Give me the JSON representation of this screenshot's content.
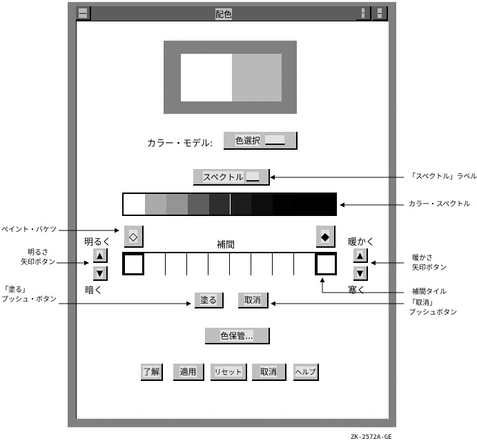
{
  "window": {
    "title": "配色"
  },
  "color_model": {
    "label": "カラー・モデル:",
    "value": "色選択"
  },
  "spectrum": {
    "label": "スペクトル",
    "segments": 10
  },
  "interp": {
    "label": "補間",
    "tiles": 10
  },
  "brighten_label": "明るく",
  "darken_label": "暗く",
  "warmer_label": "暖かく",
  "cooler_label": "寒く",
  "paint_button": "塗る",
  "undo_button": "取消",
  "save_color_button": "色保管...",
  "bottom_buttons": {
    "ok": "了解",
    "apply": "適用",
    "reset": "リセット",
    "cancel": "取消",
    "help": "ヘルプ"
  },
  "callouts": {
    "spectrum_label": "「スペクトル」ラベル",
    "color_spectrum": "カラー・スペクトル",
    "paint_bucket": "ペイント・バケツ",
    "brightness_arrows_1": "明るさ",
    "brightness_arrows_2": "矢印ボタン",
    "warmth_arrows_1": "暖かさ",
    "warmth_arrows_2": "矢印ボタン",
    "interp_tile": "補間タイル",
    "paint_push_1": "「塗る」",
    "paint_push_2": "プッシュ・ボタン",
    "undo_push_1": "「取消」",
    "undo_push_2": "プッシュボタン"
  },
  "figure_id": "ZK-2572A-GE"
}
